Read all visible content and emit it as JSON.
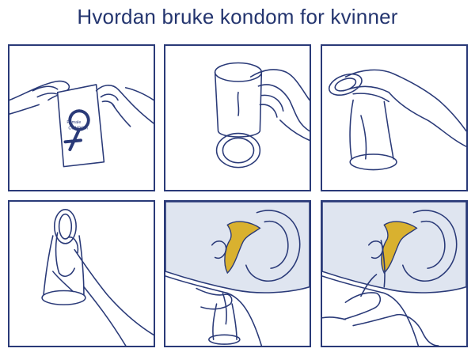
{
  "title": "Hvordan bruke kondom for kvinner",
  "package": {
    "brand_line1": "Female",
    "brand_line2": "CONDOM"
  },
  "colors": {
    "line": "#2a3a78",
    "title": "#24356f",
    "body_fill": "#dfe5f0",
    "organ_fill": "#d9b12f"
  }
}
